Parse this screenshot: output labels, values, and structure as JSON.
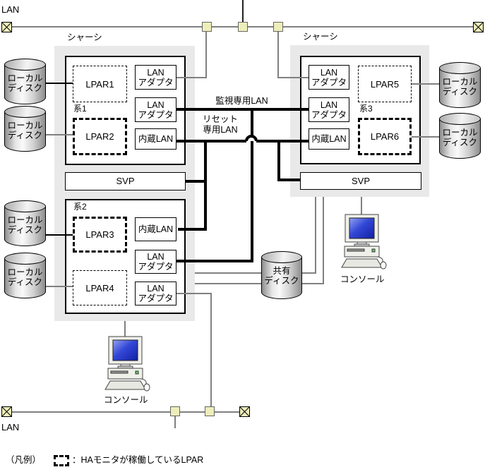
{
  "diagram": {
    "lan_top_label": "LAN",
    "lan_bottom_label": "LAN",
    "monitor_lan_label": "監視専用LAN",
    "reset_lan_label_line1": "リセット",
    "reset_lan_label_line2": "専用LAN"
  },
  "terms": {
    "chassis": "シャーシ",
    "lan_adapter_line1": "LAN",
    "lan_adapter_line2": "アダプタ",
    "internal_lan": "内蔵LAN",
    "svp": "SVP",
    "local_disk_line1": "ローカル",
    "local_disk_line2": "ディスク",
    "shared_disk_line1": "共有",
    "shared_disk_line2": "ディスク",
    "console": "コンソール"
  },
  "systems": {
    "kei1": "系1",
    "kei2": "系2",
    "kei3": "系3"
  },
  "lpars": {
    "lpar1": "LPAR1",
    "lpar2": "LPAR2",
    "lpar3": "LPAR3",
    "lpar4": "LPAR4",
    "lpar5": "LPAR5",
    "lpar6": "LPAR6"
  },
  "legend": {
    "prefix": "（凡例）",
    "text": "：HAモニタが稼働しているLPAR"
  },
  "colors": {
    "node_fill": "#eeeebb",
    "line_gray": "#808080",
    "line_black": "#000000",
    "chassis_fill": "#e9e9e9",
    "screen_blue": "#2233cc"
  }
}
